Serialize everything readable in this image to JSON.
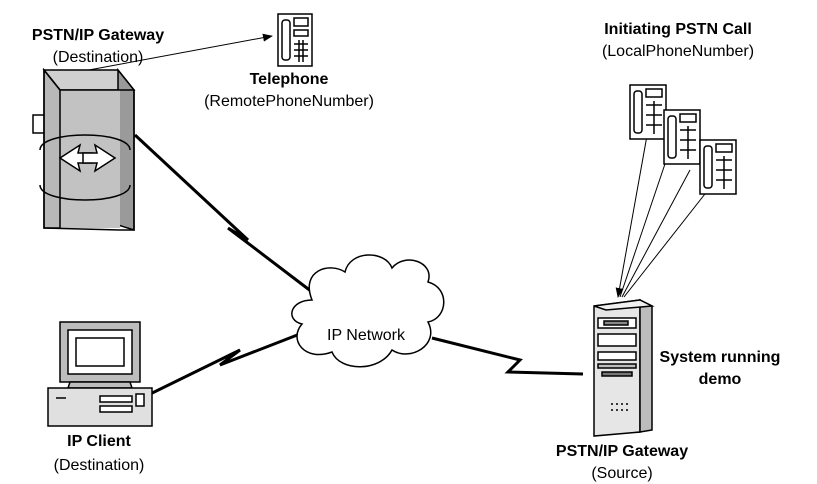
{
  "labels": {
    "gateway_dest_title": "PSTN/IP Gateway",
    "gateway_dest_sub": "(Destination)",
    "telephone_title": "Telephone",
    "telephone_sub": "(RemotePhoneNumber)",
    "initiating_title": "Initiating PSTN Call",
    "initiating_sub": "(LocalPhoneNumber)",
    "network": "IP Network",
    "system_line1": "System running",
    "system_line2": "demo",
    "client_title": "IP Client",
    "client_sub": "(Destination)",
    "gateway_src_title": "PSTN/IP Gateway",
    "gateway_src_sub": "(Source)"
  },
  "icons": {
    "gateway_dest": "gateway-icon",
    "telephone": "telephone-icon",
    "phones": "telephone-icon",
    "client": "computer-icon",
    "server": "server-icon",
    "network": "cloud-icon"
  }
}
